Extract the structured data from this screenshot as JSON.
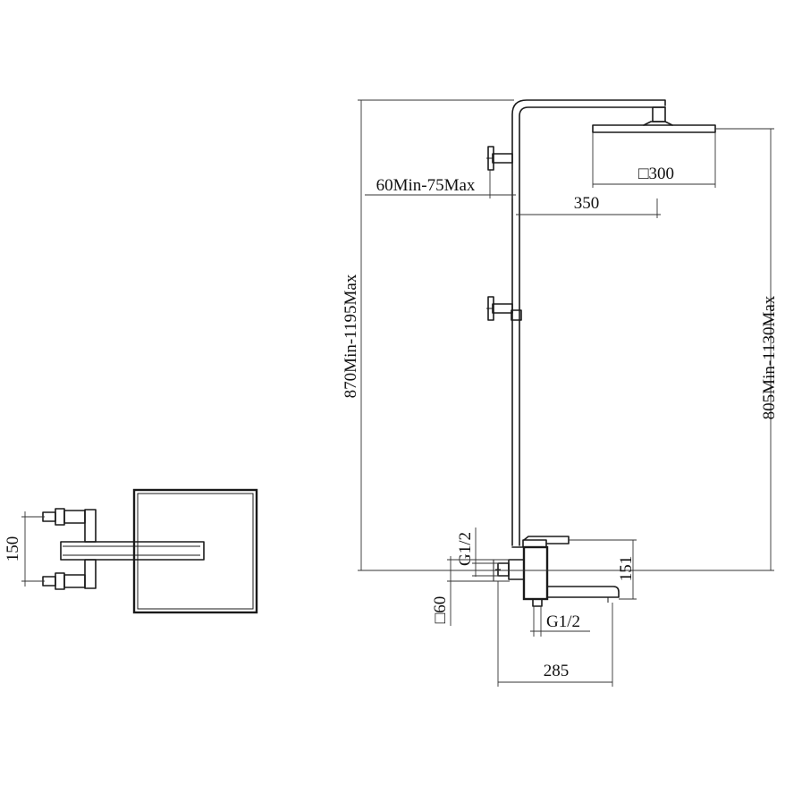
{
  "dimensions": {
    "square_head": "□300",
    "arm_offset": "60Min-75Max",
    "arm_reach": "350",
    "total_height": "870Min-1195Max",
    "head_height": "805Min-1130Max",
    "inlet_thread_top": "G1/2",
    "spout_height": "151",
    "escutcheon": "□60",
    "outlet_thread": "G1/2",
    "mixer_width": "285",
    "inlet_spacing": "150"
  }
}
